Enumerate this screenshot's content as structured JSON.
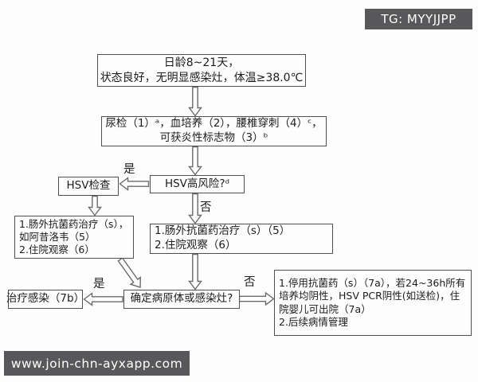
{
  "badge": {
    "text": "TG: MYYJJPP"
  },
  "footer": {
    "url": "www.join-chn-ayxapp.com"
  },
  "flowchart": {
    "start": {
      "lines": [
        "日龄8~21天，",
        "状态良好，无明显感染灶，体温≥38.0℃"
      ]
    },
    "tests": {
      "lines": [
        "尿检（1）ᵃ，血培养（2），腰椎穿刺（4）ᶜ，",
        "可获炎性标志物（3）ᵇ"
      ]
    },
    "hsv_risk": {
      "text": "HSV高风险?ᵈ"
    },
    "hsv_check": {
      "text": "HSV检查"
    },
    "treat_hsv": {
      "lines": [
        "1.肠外抗菌药治疗（s），",
        "如阿昔洛韦（5）",
        "2.住院观察（6）"
      ]
    },
    "treat_standard": {
      "lines": [
        "1.肠外抗菌药治疗（s）（5）",
        "2.住院观察（6）"
      ]
    },
    "pathogen_question": {
      "text": "确定病原体或感染灶?"
    },
    "treat_infection": {
      "text": "治疗感染（7b）"
    },
    "discharge": {
      "lines": [
        "1.停用抗菌药（s）（7a），若24~36h所有",
        "培养均阴性，HSV PCR阴性(如送检)，住",
        "院婴儿可出院（7a）",
        "2.后续病情管理"
      ]
    },
    "labels": {
      "hsv_yes": "是",
      "hsv_no": "否",
      "pathogen_yes": "是",
      "pathogen_no": "否"
    }
  },
  "colors": {
    "bar_bg": "#58585a",
    "bar_text": "#ffffff",
    "box_border": "#4f4f4f",
    "arrow_stroke": "#6b6b6b",
    "text": "#1c1c1c"
  }
}
